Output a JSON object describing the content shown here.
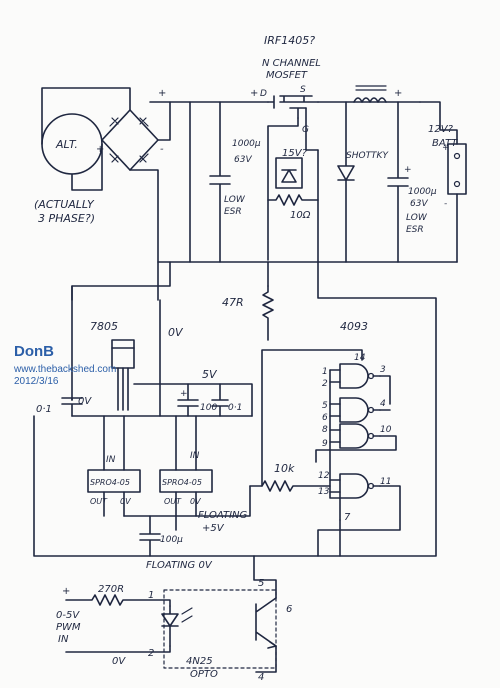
{
  "watermark": {
    "name": "DonB",
    "site": "www.thebackshed.com",
    "date": "2012/3/16"
  },
  "labels": {
    "mosfet_q": "IRF1405?",
    "mosfet_type_1": "N CHANNEL",
    "mosfet_type_2": "MOSFET",
    "mosfet_s": "S",
    "mosfet_d": "D",
    "mosfet_g": "G",
    "alternator": "ALT.",
    "alt_note_1": "(ACTUALLY",
    "alt_note_2": "3 PHASE?)",
    "cap1_val": "1000µ",
    "cap1_v": "63V",
    "cap1_esr_1": "LOW",
    "cap1_esr_2": "ESR",
    "zener": "15V?",
    "res_10": "10Ω",
    "schottky": "SHOTTKY",
    "batt_1": "12V?",
    "batt_2": "BATT",
    "cap2_val": "1000µ",
    "cap2_v": "63V",
    "cap2_esr_1": "LOW",
    "cap2_esr_2": "ESR",
    "res_47": "47R",
    "reg_7805": "7805",
    "zero_v": "0V",
    "zero_v_left": "0V",
    "five_v": "5V",
    "cap_left": "0·1",
    "cap_100": "100",
    "cap_01": "0·1",
    "ic_4093": "4093",
    "pin14": "14",
    "pin1": "1",
    "pin2": "2",
    "pin3": "3",
    "pin5": "5",
    "pin6": "6",
    "pin4": "4",
    "pin8": "8",
    "pin9": "9",
    "pin10": "10",
    "pin12": "12",
    "pin13": "13",
    "pin11": "11",
    "pin7": "7",
    "res_10k": "10k",
    "in_1": "IN",
    "in_2": "IN",
    "sprok_1": "SPRO4-05",
    "sprok_2": "SPRO4-05",
    "out_1": "OUT",
    "zero_1": "0V",
    "out_2": "OUT",
    "zero_2": "0V",
    "floating_1": "FLOATING",
    "floating_2": "+5V",
    "cap_100u": "100µ",
    "floating_0v": "FLOATING 0V",
    "opto_pin5": "5",
    "opto_pin6": "6",
    "opto_pin4": "4",
    "opto_pin1": "1",
    "opto_pin2": "2",
    "res_270": "270R",
    "pwm_1": "0-5V",
    "pwm_2": "PWM",
    "pwm_3": "IN",
    "plus": "+",
    "minus": "-",
    "zero_v_pwm": "0V",
    "opto_1": "4N25",
    "opto_2": "OPTO"
  }
}
